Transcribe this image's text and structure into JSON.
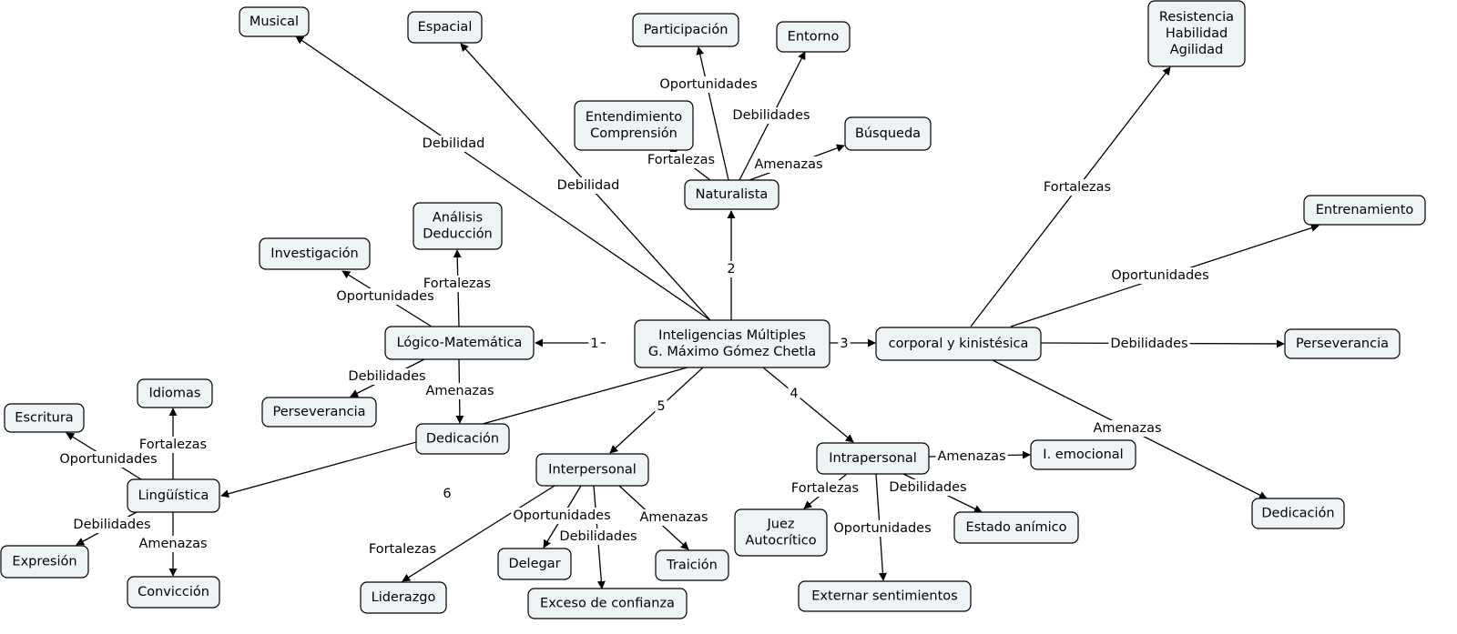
{
  "nodes": [
    {
      "id": "center",
      "lines": [
        "Inteligencias Múltiples",
        "G. Máximo Gómez Chetla"
      ]
    },
    {
      "id": "naturalista",
      "lines": [
        "Naturalista"
      ]
    },
    {
      "id": "logico",
      "lines": [
        "Lógico-Matemática"
      ]
    },
    {
      "id": "corporal",
      "lines": [
        "corporal y kinistésica"
      ]
    },
    {
      "id": "intrapersonal",
      "lines": [
        "Intrapersonal"
      ]
    },
    {
      "id": "interpersonal",
      "lines": [
        "Interpersonal"
      ]
    },
    {
      "id": "linguistica",
      "lines": [
        "Lingüística"
      ]
    },
    {
      "id": "musical",
      "lines": [
        "Musical"
      ]
    },
    {
      "id": "espacial",
      "lines": [
        "Espacial"
      ]
    },
    {
      "id": "participacion",
      "lines": [
        "Participación"
      ]
    },
    {
      "id": "entorno",
      "lines": [
        "Entorno"
      ]
    },
    {
      "id": "entendimiento",
      "lines": [
        "Entendimiento",
        "Comprensión"
      ]
    },
    {
      "id": "busqueda",
      "lines": [
        "Búsqueda"
      ]
    },
    {
      "id": "resistencia",
      "lines": [
        "Resistencia",
        "Habilidad",
        "Agilidad"
      ]
    },
    {
      "id": "entrenamiento",
      "lines": [
        "Entrenamiento"
      ]
    },
    {
      "id": "perseverancia_c",
      "lines": [
        "Perseverancia"
      ]
    },
    {
      "id": "dedicacion_c",
      "lines": [
        "Dedicación"
      ]
    },
    {
      "id": "investigacion",
      "lines": [
        "Investigación"
      ]
    },
    {
      "id": "analisis",
      "lines": [
        "Análisis",
        "Deducción"
      ]
    },
    {
      "id": "perseverancia_l",
      "lines": [
        "Perseverancia"
      ]
    },
    {
      "id": "dedicacion_l",
      "lines": [
        "Dedicación"
      ]
    },
    {
      "id": "idiomas",
      "lines": [
        "Idiomas"
      ]
    },
    {
      "id": "escritura",
      "lines": [
        "Escritura"
      ]
    },
    {
      "id": "expresion",
      "lines": [
        "Expresión"
      ]
    },
    {
      "id": "conviccion",
      "lines": [
        "Convicción"
      ]
    },
    {
      "id": "liderazgo",
      "lines": [
        "Liderazgo"
      ]
    },
    {
      "id": "delegar",
      "lines": [
        "Delegar"
      ]
    },
    {
      "id": "exceso",
      "lines": [
        "Exceso de confianza"
      ]
    },
    {
      "id": "traicion",
      "lines": [
        "Traición"
      ]
    },
    {
      "id": "i_emocional",
      "lines": [
        "I. emocional"
      ]
    },
    {
      "id": "juez",
      "lines": [
        "Juez",
        "Autocrítico"
      ]
    },
    {
      "id": "estado",
      "lines": [
        "Estado anímico"
      ]
    },
    {
      "id": "externar",
      "lines": [
        "Externar sentimientos"
      ]
    }
  ],
  "edges": [
    {
      "from": "center",
      "to": "logico",
      "label": "1"
    },
    {
      "from": "center",
      "to": "naturalista",
      "label": "2"
    },
    {
      "from": "center",
      "to": "corporal",
      "label": "3"
    },
    {
      "from": "center",
      "to": "intrapersonal",
      "label": "4"
    },
    {
      "from": "center",
      "to": "interpersonal",
      "label": "5"
    },
    {
      "from": "center",
      "to": "linguistica",
      "label": "6"
    },
    {
      "from": "center",
      "to": "musical",
      "label": "Debilidad"
    },
    {
      "from": "center",
      "to": "espacial",
      "label": "Debilidad"
    },
    {
      "from": "naturalista",
      "to": "participacion",
      "label": "Oportunidades"
    },
    {
      "from": "naturalista",
      "to": "entorno",
      "label": "Debilidades"
    },
    {
      "from": "naturalista",
      "to": "entendimiento",
      "label": "Fortalezas"
    },
    {
      "from": "naturalista",
      "to": "busqueda",
      "label": "Amenazas"
    },
    {
      "from": "corporal",
      "to": "resistencia",
      "label": "Fortalezas"
    },
    {
      "from": "corporal",
      "to": "entrenamiento",
      "label": "Oportunidades"
    },
    {
      "from": "corporal",
      "to": "perseverancia_c",
      "label": "Debilidades"
    },
    {
      "from": "corporal",
      "to": "dedicacion_c",
      "label": "Amenazas"
    },
    {
      "from": "logico",
      "to": "analisis",
      "label": "Fortalezas"
    },
    {
      "from": "logico",
      "to": "investigacion",
      "label": "Oportunidades"
    },
    {
      "from": "logico",
      "to": "perseverancia_l",
      "label": "Debilidades"
    },
    {
      "from": "logico",
      "to": "dedicacion_l",
      "label": "Amenazas"
    },
    {
      "from": "linguistica",
      "to": "idiomas",
      "label": "Fortalezas"
    },
    {
      "from": "linguistica",
      "to": "escritura",
      "label": "Oportunidades"
    },
    {
      "from": "linguistica",
      "to": "expresion",
      "label": "Debilidades"
    },
    {
      "from": "linguistica",
      "to": "conviccion",
      "label": "Amenazas"
    },
    {
      "from": "interpersonal",
      "to": "liderazgo",
      "label": "Fortalezas"
    },
    {
      "from": "interpersonal",
      "to": "delegar",
      "label": "Oportunidades"
    },
    {
      "from": "interpersonal",
      "to": "exceso",
      "label": "Debilidades"
    },
    {
      "from": "interpersonal",
      "to": "traicion",
      "label": "Amenazas"
    },
    {
      "from": "intrapersonal",
      "to": "i_emocional",
      "label": "Amenazas"
    },
    {
      "from": "intrapersonal",
      "to": "juez",
      "label": "Fortalezas"
    },
    {
      "from": "intrapersonal",
      "to": "estado",
      "label": "Debilidades"
    },
    {
      "from": "intrapersonal",
      "to": "externar",
      "label": "Oportunidades"
    }
  ]
}
